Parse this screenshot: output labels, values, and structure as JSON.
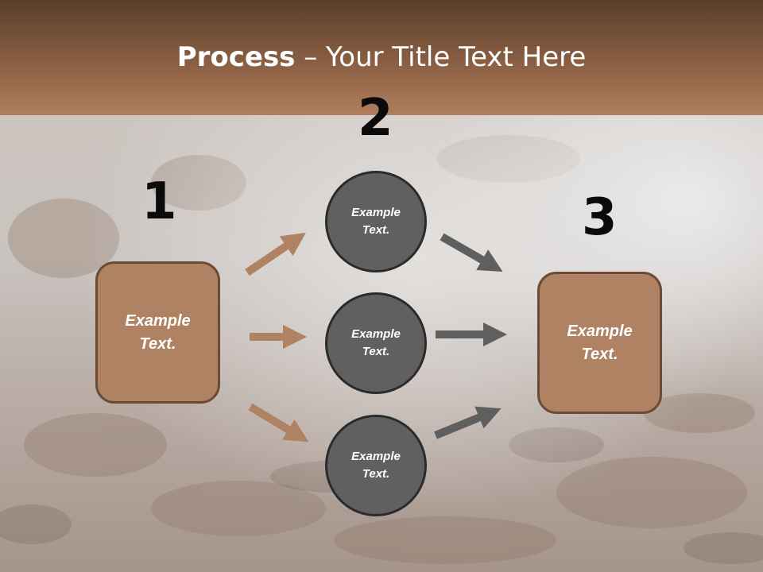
{
  "slide": {
    "title_bold": "Process",
    "title_rest": " – Your Title Text Here"
  },
  "steps": {
    "step1": {
      "number": "1",
      "text_line1": "Example",
      "text_line2": "Text."
    },
    "step2": {
      "number": "2",
      "circles": [
        {
          "text_line1": "Example",
          "text_line2": "Text."
        },
        {
          "text_line1": "Example",
          "text_line2": "Text."
        },
        {
          "text_line1": "Example",
          "text_line2": "Text."
        }
      ]
    },
    "step3": {
      "number": "3",
      "text_line1": "Example",
      "text_line2": "Text."
    }
  },
  "colors": {
    "header_brown": "#8a5f43",
    "box_fill": "#b08264",
    "circle_fill": "#606060",
    "arrow_brown": "#b08264",
    "arrow_gray": "#5f5f5f"
  }
}
